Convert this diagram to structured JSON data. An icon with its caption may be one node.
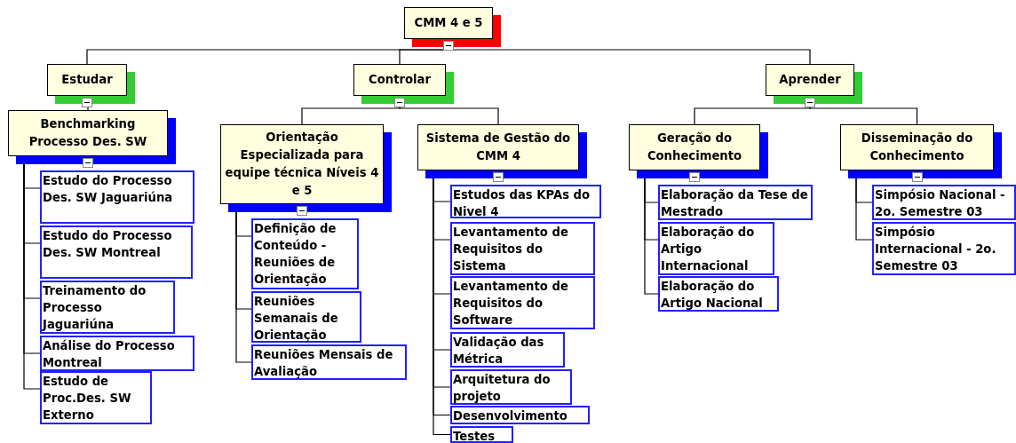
{
  "diagram": {
    "nodes": [
      {
        "text": [
          "CMM 4 e 5"
        ]
      },
      {
        "text": [
          "Estudar"
        ]
      },
      {
        "text": [
          "Controlar"
        ]
      },
      {
        "text": [
          "Aprender"
        ]
      },
      {
        "text": [
          "Benchmarking Processo Des. SW"
        ]
      },
      {
        "text": [
          "Orientação Especializada para equipe técnica Níveis 4 e 5"
        ]
      },
      {
        "text": [
          "Sistema de Gestão do CMM 4"
        ]
      },
      {
        "text": [
          "Geração do Conhecimento"
        ]
      },
      {
        "text": [
          "Disseminação do Conhecimento"
        ]
      },
      {
        "text": [
          "Estudo do Processo Des. SW Jaguariúna"
        ]
      },
      {
        "text": [
          "Estudo do Processo Des. SW Montreal"
        ]
      },
      {
        "text": [
          "Treinamento do Processo Jaguariúna"
        ]
      },
      {
        "text": [
          "Análise do Processo Montreal"
        ]
      },
      {
        "text": [
          "Estudo de Proc.Des. SW Externo"
        ]
      },
      {
        "text": [
          "Definição de Conteúdo - Reuniões de Orientação"
        ]
      },
      {
        "text": [
          "Reuniões Semanais de Orientação"
        ]
      },
      {
        "text": [
          "Reuniões Mensais de Avaliação"
        ]
      },
      {
        "text": [
          "Estudos das KPAs do Nivel 4"
        ]
      },
      {
        "text": [
          "Levantamento de Requisitos do Sistema"
        ]
      },
      {
        "text": [
          "Levantamento de Requisitos do Software"
        ]
      },
      {
        "text": [
          "Validação das Métrica"
        ]
      },
      {
        "text": [
          "Arquitetura do projeto"
        ]
      },
      {
        "text": [
          "Desenvolvimento"
        ]
      },
      {
        "text": [
          "Testes"
        ]
      },
      {
        "text": [
          "Elaboração da Tese de Mestrado"
        ]
      },
      {
        "text": [
          "Elaboração do Artigo Internacional"
        ]
      },
      {
        "text": [
          "Elaboração do Artigo Nacional"
        ]
      },
      {
        "text": [
          "Simpósio Nacional - 2o. Semestre 03"
        ]
      },
      {
        "text": [
          "Simpósio Internacional - 2o. Semestre 03"
        ]
      }
    ],
    "edges": [
      {
        "from": 0,
        "to": 1,
        "arrow": "none"
      },
      {
        "from": 0,
        "to": 2,
        "arrow": "none"
      },
      {
        "from": 0,
        "to": 3,
        "arrow": "none"
      },
      {
        "from": 1,
        "to": 4,
        "arrow": "none"
      },
      {
        "from": 2,
        "to": 5,
        "arrow": "none"
      },
      {
        "from": 2,
        "to": 6,
        "arrow": "none"
      },
      {
        "from": 3,
        "to": 7,
        "arrow": "none"
      },
      {
        "from": 3,
        "to": 8,
        "arrow": "none"
      },
      {
        "from": 4,
        "to": 9,
        "arrow": "none"
      },
      {
        "from": 4,
        "to": 10,
        "arrow": "none"
      },
      {
        "from": 4,
        "to": 11,
        "arrow": "none"
      },
      {
        "from": 4,
        "to": 12,
        "arrow": "none"
      },
      {
        "from": 4,
        "to": 13,
        "arrow": "none"
      },
      {
        "from": 5,
        "to": 14,
        "arrow": "none"
      },
      {
        "from": 5,
        "to": 15,
        "arrow": "none"
      },
      {
        "from": 5,
        "to": 16,
        "arrow": "none"
      },
      {
        "from": 6,
        "to": 17,
        "arrow": "none"
      },
      {
        "from": 6,
        "to": 18,
        "arrow": "none"
      },
      {
        "from": 6,
        "to": 19,
        "arrow": "none"
      },
      {
        "from": 6,
        "to": 20,
        "arrow": "none"
      },
      {
        "from": 6,
        "to": 21,
        "arrow": "none"
      },
      {
        "from": 6,
        "to": 22,
        "arrow": "none"
      },
      {
        "from": 6,
        "to": 23,
        "arrow": "none"
      },
      {
        "from": 7,
        "to": 24,
        "arrow": "none"
      },
      {
        "from": 7,
        "to": 25,
        "arrow": "none"
      },
      {
        "from": 7,
        "to": 26,
        "arrow": "none"
      },
      {
        "from": 8,
        "to": 27,
        "arrow": "none"
      },
      {
        "from": 8,
        "to": 28,
        "arrow": "none"
      }
    ]
  }
}
